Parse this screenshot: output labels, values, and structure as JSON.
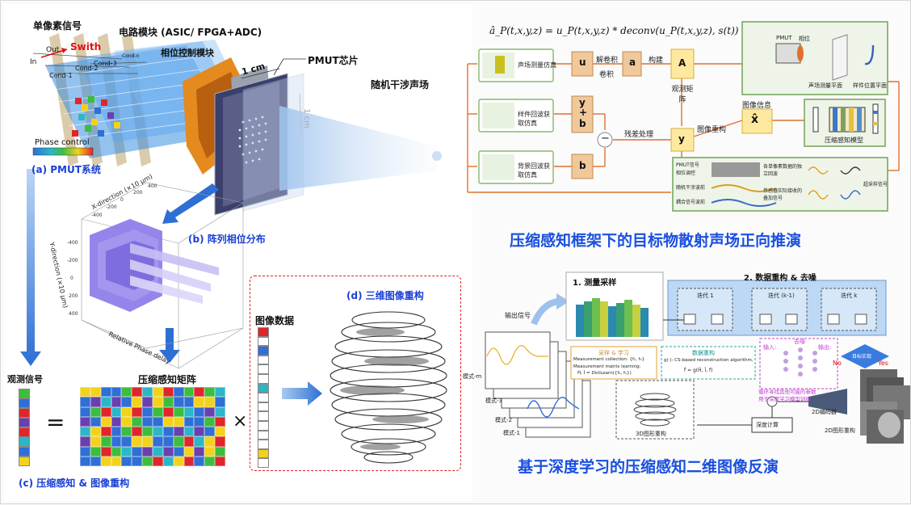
{
  "left": {
    "pixel_signal": "单像素信号",
    "circuit_module": "电路模块 (ASIC/ FPGA+ADC)",
    "phase_module": "相位控制模块",
    "pmut_chip": "PMUT芯片",
    "switch": "Swith",
    "out": "Out",
    "in": "In",
    "conds": [
      "Cond-1",
      "Cond-2",
      "Cond-3",
      "Cond-n"
    ],
    "size_w": "1 cm",
    "size_h": "1 cm",
    "phase_control": "Phase control",
    "pmut_system": "(a) PMUT系统",
    "random_field": "随机干涉声场",
    "array_phase": "(b) 阵列相位分布",
    "axis_x": "X-direction (×10 μm)",
    "axis_y": "Y-direction (×10 μm)",
    "axis_z": "Relative Phase delay",
    "x_ticks": [
      "-400",
      "-200",
      "0",
      "200",
      "400"
    ],
    "y_ticks": [
      "-400",
      "-200",
      "0",
      "200",
      "400"
    ],
    "obs_signal": "观测信号",
    "cs_matrix": "压缩感知矩阵",
    "image_data": "图像数据",
    "equals": "=",
    "times": "×",
    "recon3d": "(d) 三维图像重构",
    "cs_recon": "(c) 压缩感知 & 图像重构",
    "colors": [
      "#e0262b",
      "#2f6fd6",
      "#f2d21b",
      "#3dbd3d",
      "#6a3fb0",
      "#2bb7c7"
    ]
  },
  "right_top": {
    "formula": "â_P(t,x,y,z) = u_P(t,x,y,z) * deconv(u_P(t,x,y,z), s(t))",
    "sim1": "声场测量仿真",
    "sim2": "样件回波获取仿真",
    "sim3": "背景回波获取仿真",
    "u": "u",
    "a": "a",
    "A": "A",
    "yb_top": "y",
    "yb_plus": "+",
    "yb_bottom": "b",
    "b": "b",
    "y": "y",
    "minus": "−",
    "deconv": "解卷积",
    "conv": "卷积",
    "build": "构建",
    "obs_matrix": "观测矩阵",
    "residual": "残差处理",
    "img_recon": "图像重构",
    "img_info": "图像信息",
    "xhat": "x̂",
    "cs_model": "压缩感知模型",
    "pmut_label": "PMUT",
    "phase_label": "相位",
    "meas_plane": "声场测量平面",
    "sample_plane": "样件位置平面",
    "panel_row1a": "PMUT信号",
    "panel_row1b": "相位调控",
    "panel_row2": "随机干涉波前",
    "panel_row3": "耦合信号波前",
    "panel_desc1": "各单像素数据的独立回波",
    "panel_desc2": "传感器实际接收的叠加信号",
    "legend": "超采样信号",
    "title": "压缩感知框架下的目标物散射声场正向推演"
  },
  "right_bottom": {
    "measure_sampling": "1. 测量采样",
    "data_recon": "2. 数据重构 & 去噪",
    "output_signal": "输出信号",
    "iter1": "迭代 1",
    "iter2": "迭代 (k-1)",
    "iter3": "迭代 k",
    "sampling_learning": "采样 & 学习",
    "meas_collection": "Measurement collection: {f₁, fₙ}",
    "meas_learning": "Measurement matrix learning:",
    "dict_learn": "Ĥ, Î = DictLearn({f₁, fₙ})",
    "data_recon2": "数据重构",
    "cs_alg": "g(·): CS-based reconstruction algorithm,",
    "cs_formula": "f̂ = g(Ĥ, Î, f)",
    "denoise": "去噪",
    "input": "输入:",
    "output": "输出:",
    "target_reached": "目标实现",
    "yes": "Yes",
    "no": "No",
    "loop_note1": "循环寻找其他可能的参数",
    "loop_note2": "用于深度学习模型训练",
    "encoder": "2D编码器",
    "depth_calc": "深度计算",
    "recon3d": "3D图形重构",
    "recon2d": "2D图形重构",
    "modes": [
      "模式-1",
      "模式-2",
      "模式-3",
      "模式-m"
    ],
    "title": "基于深度学习的压缩感知二维图像反演"
  }
}
